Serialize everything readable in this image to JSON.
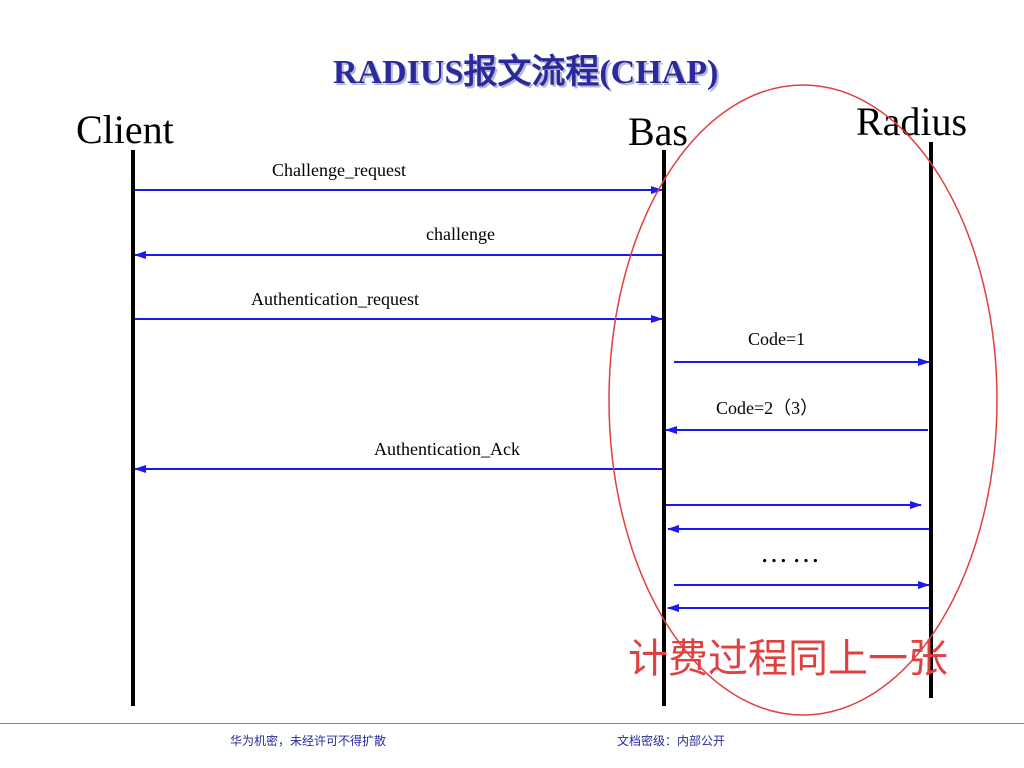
{
  "title": "RADIUS报文流程(CHAP)",
  "actors": {
    "client": "Client",
    "bas": "Bas",
    "radius": "Radius"
  },
  "messages": {
    "challenge_request": "Challenge_request",
    "challenge": "challenge",
    "authentication_request": "Authentication_request",
    "code1": "Code=1",
    "code2": "Code=2（3）",
    "authentication_ack": "Authentication_Ack"
  },
  "ellipsis": "……",
  "note": "计费过程同上一张",
  "footer": {
    "left": "华为机密，未经许可不得扩散",
    "right": "文档密级：内部公开"
  },
  "colors": {
    "title": "#2a2a9c",
    "arrow": "#1a1aee",
    "highlight": "#e04040"
  }
}
